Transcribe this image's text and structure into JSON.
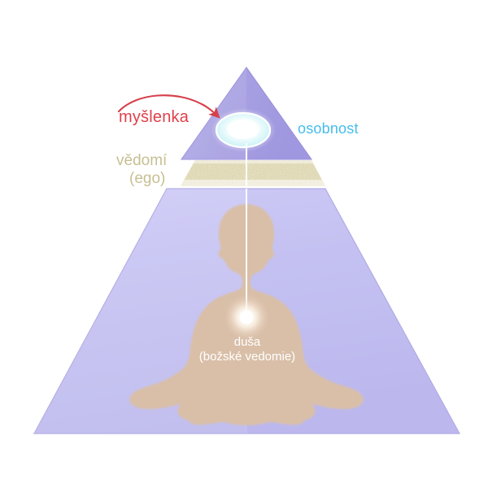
{
  "diagram": {
    "title": "Pyramid of consciousness",
    "background_color": "#ffffff",
    "labels": {
      "thought": "myšlenka",
      "personality": "osobnost",
      "consciousness_line1": "vědomí",
      "consciousness_line2": "(ego)",
      "soul_line1": "duša",
      "soul_line2": "(božské vedomie)"
    },
    "colors": {
      "thought_text": "#e0404a",
      "personality_text": "#45bdea",
      "consciousness_text": "#c7bf92",
      "soul_text": "#ffffff",
      "apex_triangle": "#a9a2e3",
      "base_pyramid": "#c3c0f2",
      "sand_band": "#ded8ba",
      "figure_silhouette": "#d9bfa8",
      "arrow": "#d6404a",
      "orb_glow": "#ffffff",
      "eye_oval": "#d8f6f8"
    },
    "parts": {
      "apex_triangle_name": "thought / personality apex",
      "sand_band_name": "ego sand band",
      "base_pyramid_name": "soul base pyramid",
      "figure_name": "meditating silhouette",
      "oval_name": "glowing oval (third eye)",
      "orb_name": "glowing heart orb",
      "channel_name": "vertical light channel"
    }
  }
}
